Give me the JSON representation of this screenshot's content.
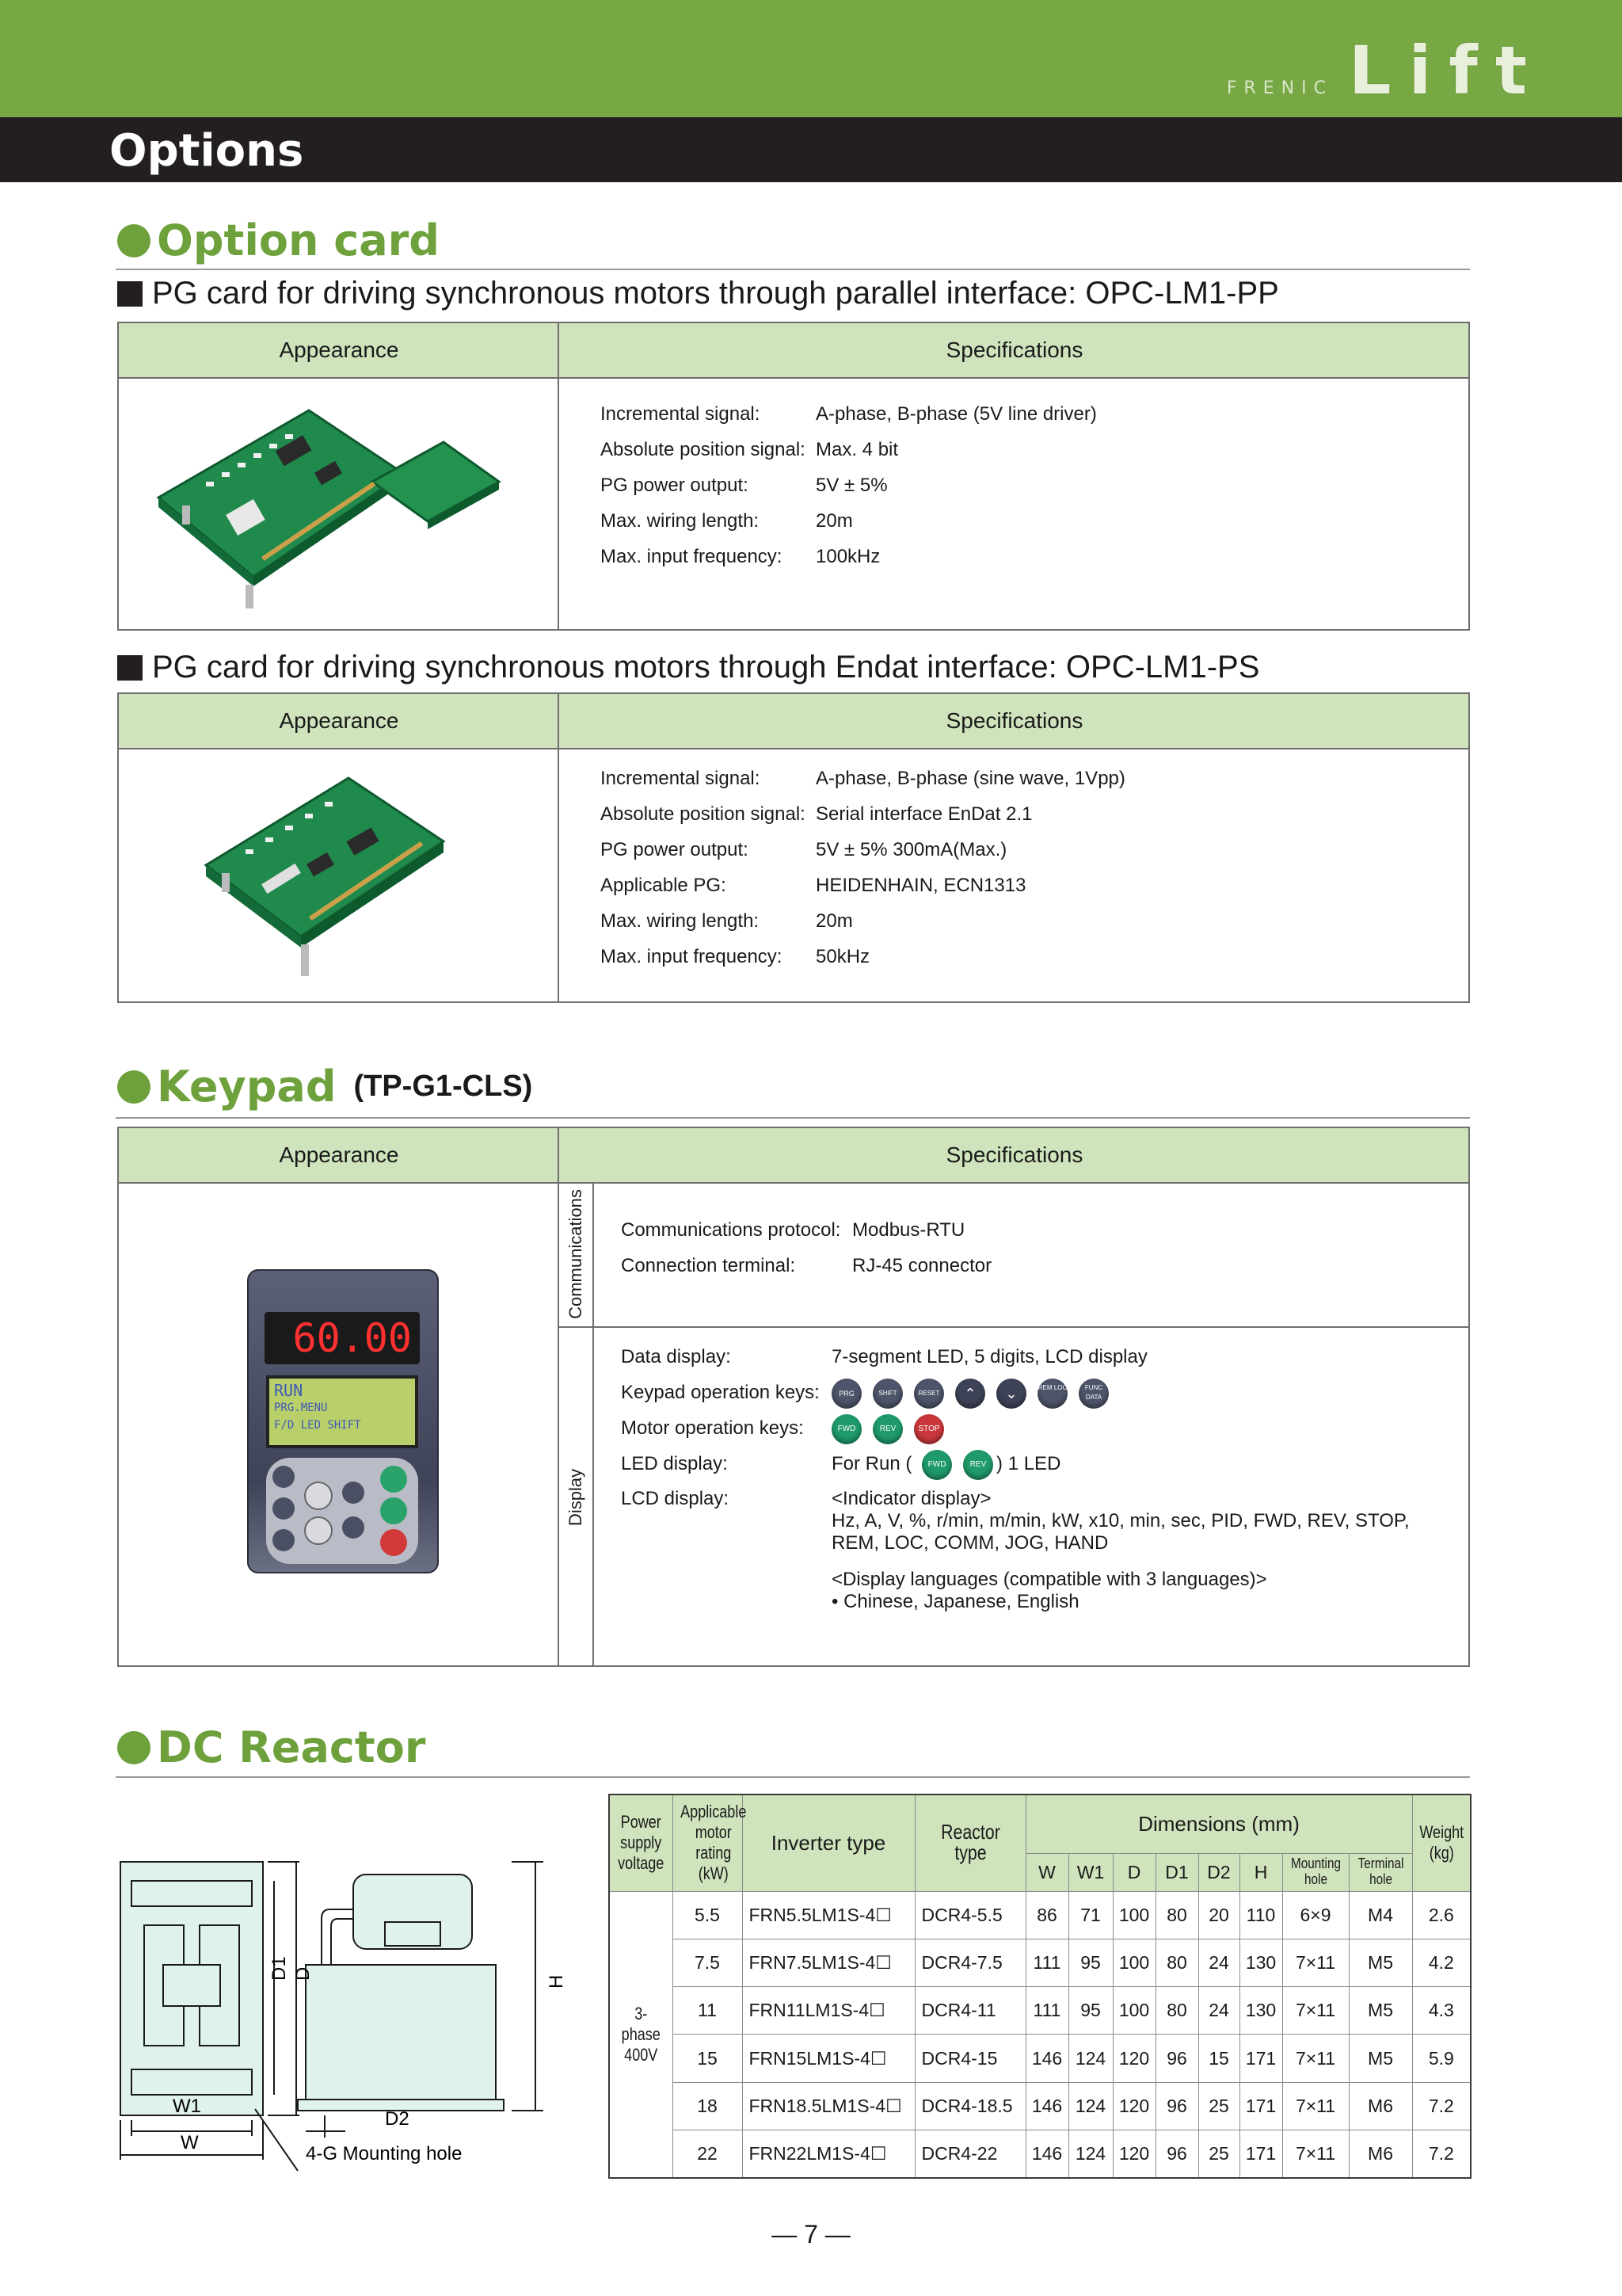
{
  "header": {
    "brand_small": "FRENIC",
    "brand_big": "Lift",
    "page_title": "Options"
  },
  "option_card": {
    "title": "Option card",
    "card1": {
      "title": "PG card for driving synchronous motors through parallel interface: OPC-LM1-PP",
      "col_appearance": "Appearance",
      "col_specifications": "Specifications",
      "specs": [
        {
          "k": "Incremental signal:",
          "v": "A-phase, B-phase (5V line driver)"
        },
        {
          "k": "Absolute position signal:",
          "v": "Max. 4 bit"
        },
        {
          "k": "PG power output:",
          "v": "5V ± 5%"
        },
        {
          "k": "Max. wiring length:",
          "v": "20m"
        },
        {
          "k": "Max. input frequency:",
          "v": "100kHz"
        }
      ]
    },
    "card2": {
      "title": "PG card for driving synchronous motors through Endat interface: OPC-LM1-PS",
      "col_appearance": "Appearance",
      "col_specifications": "Specifications",
      "specs": [
        {
          "k": "Incremental signal:",
          "v": "A-phase, B-phase (sine wave, 1Vpp)"
        },
        {
          "k": "Absolute position signal:",
          "v": "Serial interface EnDat 2.1"
        },
        {
          "k": "PG power output:",
          "v": "5V ± 5%  300mA(Max.)"
        },
        {
          "k": "Applicable PG:",
          "v": "HEIDENHAIN, ECN1313"
        },
        {
          "k": "Max. wiring length:",
          "v": "20m"
        },
        {
          "k": "Max. input frequency:",
          "v": "50kHz"
        }
      ]
    }
  },
  "keypad": {
    "title": "Keypad",
    "model": "(TP-G1-CLS)",
    "col_appearance": "Appearance",
    "col_specifications": "Specifications",
    "group_comm": "Communications",
    "group_display": "Display",
    "comm_specs": [
      {
        "k": "Communications protocol:",
        "v": "Modbus-RTU"
      },
      {
        "k": "Connection terminal:",
        "v": "RJ-45 connector"
      }
    ],
    "display_specs": {
      "data_display_k": "Data display:",
      "data_display_v": "7-segment LED, 5 digits, LCD display",
      "keypad_keys_k": "Keypad operation keys:",
      "motor_keys_k": "Motor operation keys:",
      "led_k": "LED display:",
      "led_v_pre": "For Run (",
      "led_v_post": ") 1 LED",
      "lcd_k": "LCD display:",
      "lcd_v1": "<Indicator display>",
      "lcd_v2": "Hz, A, V, %, r/min, m/min, kW, x10, min, sec, PID, FWD, REV, STOP,",
      "lcd_v3": "REM, LOC, COMM, JOG, HAND",
      "lcd_v4": "<Display languages (compatible with 3 languages)>",
      "lcd_v5": "• Chinese, Japanese, English"
    },
    "keys": {
      "prg": "PRG",
      "shift": "SHIFT",
      "reset": "RESET",
      "remloc": "REM LOC",
      "funcdata": "FUNC DATA",
      "fwd": "FWD",
      "rev": "REV",
      "stop": "STOP"
    },
    "device": {
      "led_digits": "60.00",
      "lcd_line1": "RUN",
      "lcd_line2": "PRG.MENU",
      "lcd_line3": "F/D LED SHIFT"
    }
  },
  "dc_reactor": {
    "title": "DC Reactor",
    "drawing": {
      "w1": "W1",
      "w": "W",
      "d1": "D1",
      "d": "D",
      "h": "H",
      "d2": "D2",
      "hole": "4-G Mounting hole"
    },
    "table": {
      "h_power": "Power supply voltage",
      "h_motor": "Applicable motor rating (kW)",
      "h_inverter": "Inverter type",
      "h_reactor": "Reactor type",
      "h_dims": "Dimensions (mm)",
      "h_weight": "Weight (kg)",
      "dim_cols": [
        "W",
        "W1",
        "D",
        "D1",
        "D2",
        "H",
        "Mounting hole",
        "Terminal hole"
      ],
      "voltage": "3-phase 400V",
      "rows": [
        {
          "kw": "5.5",
          "inv": "FRN5.5LM1S-4☐",
          "reactor": "DCR4-5.5",
          "dims": [
            "86",
            "71",
            "100",
            "80",
            "20",
            "110",
            "6×9",
            "M4"
          ],
          "weight": "2.6"
        },
        {
          "kw": "7.5",
          "inv": "FRN7.5LM1S-4☐",
          "reactor": "DCR4-7.5",
          "dims": [
            "111",
            "95",
            "100",
            "80",
            "24",
            "130",
            "7×11",
            "M5"
          ],
          "weight": "4.2"
        },
        {
          "kw": "11",
          "inv": "FRN11LM1S-4☐",
          "reactor": "DCR4-11",
          "dims": [
            "111",
            "95",
            "100",
            "80",
            "24",
            "130",
            "7×11",
            "M5"
          ],
          "weight": "4.3"
        },
        {
          "kw": "15",
          "inv": "FRN15LM1S-4☐",
          "reactor": "DCR4-15",
          "dims": [
            "146",
            "124",
            "120",
            "96",
            "15",
            "171",
            "7×11",
            "M5"
          ],
          "weight": "5.9"
        },
        {
          "kw": "18",
          "inv": "FRN18.5LM1S-4☐",
          "reactor": "DCR4-18.5",
          "dims": [
            "146",
            "124",
            "120",
            "96",
            "25",
            "171",
            "7×11",
            "M6"
          ],
          "weight": "7.2"
        },
        {
          "kw": "22",
          "inv": "FRN22LM1S-4☐",
          "reactor": "DCR4-22",
          "dims": [
            "146",
            "124",
            "120",
            "96",
            "25",
            "171",
            "7×11",
            "M6"
          ],
          "weight": "7.2"
        }
      ]
    }
  },
  "footer": {
    "page": "— 7 —"
  },
  "colors": {
    "green": "#78a844",
    "light_green": "#cfe3bd",
    "dark": "#231f20"
  }
}
